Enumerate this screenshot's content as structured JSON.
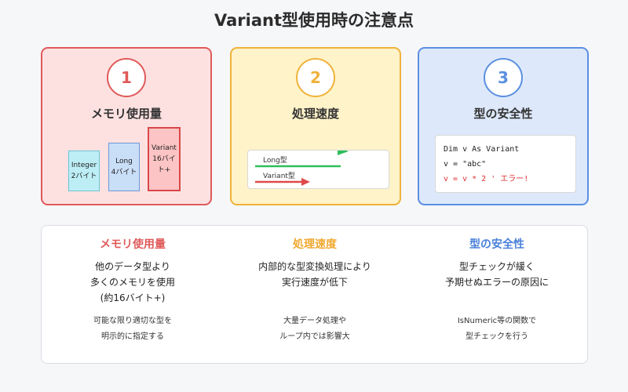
{
  "title": "Variant型使用時の注意点",
  "cards": [
    {
      "number": "1",
      "title": "メモリ使用量"
    },
    {
      "number": "2",
      "title": "処理速度"
    },
    {
      "number": "3",
      "title": "型の安全性"
    }
  ],
  "memory_bars": [
    {
      "type": "Integer",
      "size": "2バイト"
    },
    {
      "type": "Long",
      "size": "4バイト"
    },
    {
      "type": "Variant",
      "size": "16バイト+"
    }
  ],
  "speed": {
    "long_label": "Long型",
    "variant_label": "Variant型",
    "long_color": "#2fbf5a",
    "variant_color": "#e04a4a"
  },
  "code": {
    "line1": "Dim v As Variant",
    "line2": "v = \"abc\"",
    "line3": "v = v * 2 ' エラー!"
  },
  "summary": [
    {
      "title": "メモリ使用量",
      "desc": [
        "他のデータ型より",
        "多くのメモリを使用",
        "(約16バイト+)"
      ],
      "note": [
        "可能な限り適切な型を",
        "明示的に指定する"
      ]
    },
    {
      "title": "処理速度",
      "desc": [
        "内部的な型変換処理により",
        "実行速度が低下"
      ],
      "note": [
        "大量データ処理や",
        "ループ内では影響大"
      ]
    },
    {
      "title": "型の安全性",
      "desc": [
        "型チェックが緩く",
        "予期せぬエラーの原因に"
      ],
      "note": [
        "IsNumeric等の関数で",
        "型チェックを行う"
      ]
    }
  ]
}
